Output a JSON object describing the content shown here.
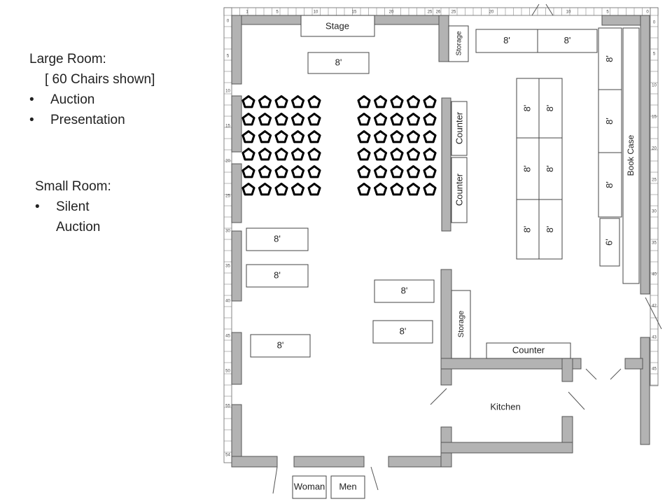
{
  "legend": {
    "large_room": "Large Room:",
    "chairs_note": "[ 60 Chairs shown]",
    "large_items": [
      "Auction",
      "Presentation"
    ],
    "small_room": "Small Room:",
    "small_items": [
      "Silent",
      "Auction"
    ],
    "bullet": "•"
  },
  "plan": {
    "stage": "Stage",
    "storage_top": "Storage",
    "storage_bottom": "Storage",
    "counter_1": "Counter",
    "counter_2": "Counter",
    "counter_bottom": "Counter",
    "kitchen": "Kitchen",
    "book_case": "Book Case",
    "woman": "Woman",
    "men": "Men",
    "table_8": "8'",
    "table_6": "6'",
    "chair_rows": 6,
    "chair_cols_per_group": 5,
    "ruler_top": [
      "1",
      "5",
      "10",
      "15",
      "20",
      "25",
      "26",
      "25",
      "20",
      "10",
      "5",
      "0"
    ],
    "ruler_left": [
      "0",
      "5",
      "10",
      "15",
      "20",
      "25",
      "30",
      "35",
      "40",
      "45",
      "50",
      "55",
      "54"
    ],
    "ruler_right": [
      "0",
      "5",
      "10",
      "15",
      "20",
      "25",
      "30",
      "35",
      "40",
      "42",
      "43",
      "45"
    ]
  },
  "colors": {
    "wall": "#b3b3b3",
    "outline": "#444444"
  }
}
